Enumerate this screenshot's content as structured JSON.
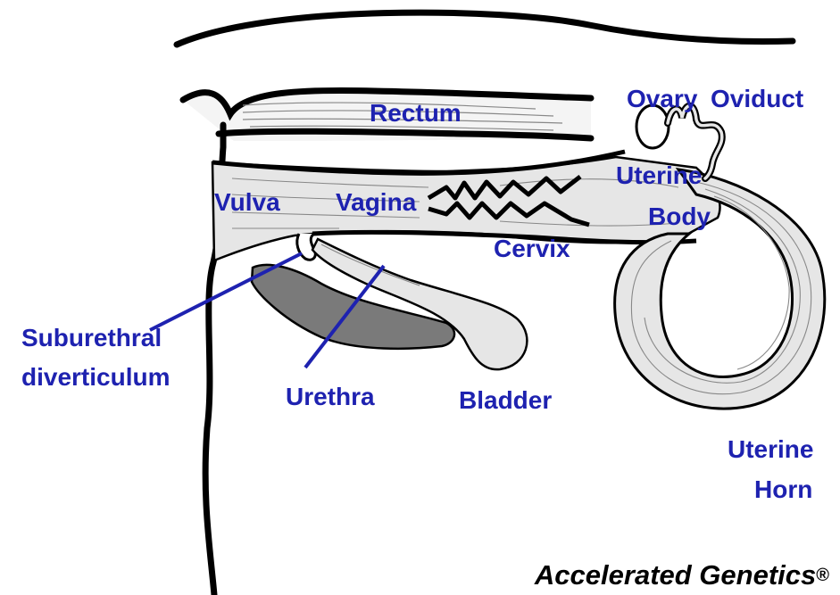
{
  "labels": {
    "rectum": "Rectum",
    "ovary": "Ovary",
    "oviduct": "Oviduct",
    "uterine_body_line1": "Uterine",
    "uterine_body_line2": "Body",
    "vulva": "Vulva",
    "vagina": "Vagina",
    "cervix": "Cervix",
    "suburethral_line1": "Suburethral",
    "suburethral_line2": "diverticulum",
    "urethra": "Urethra",
    "bladder": "Bladder",
    "uterine_horn_line1": "Uterine",
    "uterine_horn_line2": "Horn"
  },
  "credit": {
    "text": "Accelerated Genetics",
    "mark": "®"
  },
  "colors": {
    "label": "#1e22b0",
    "outline": "#000000",
    "organ_fill": "#e6e6e6",
    "diverticulum_fill": "#7a7a7a"
  }
}
